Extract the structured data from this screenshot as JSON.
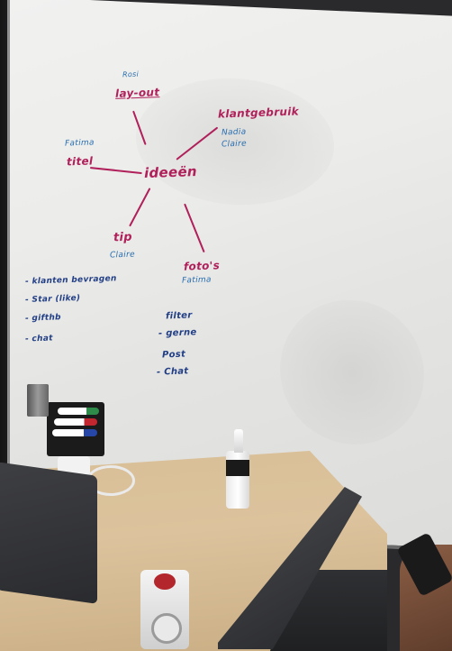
{
  "whiteboard": {
    "center": "ideeën",
    "branches": [
      {
        "word": "lay-out",
        "name": "Rosi"
      },
      {
        "word": "klantgebruik",
        "names": [
          "Nadia",
          "Claire"
        ]
      },
      {
        "word": "titel",
        "name": "Fatima"
      },
      {
        "word": "tip",
        "name": "Claire"
      },
      {
        "word": "foto's",
        "name": "Fatima"
      }
    ],
    "list_left": [
      "- klanten bevragen",
      "- Star (like)",
      "- gifthb",
      "- chat"
    ],
    "list_mid": [
      "filter",
      "- gerne",
      "Post",
      "- Chat"
    ]
  },
  "colors": {
    "marker_pink": "#b0205a",
    "marker_blue": "#2a6fb0",
    "marker_navy": "#223f86",
    "board": "#ececea",
    "table": "#d8bf96"
  },
  "objects": [
    "whiteboard",
    "marker-tray",
    "eraser",
    "spray-bottle",
    "usb-charger",
    "power-cube",
    "laptop-left",
    "laptop-right",
    "hand-with-phone"
  ]
}
